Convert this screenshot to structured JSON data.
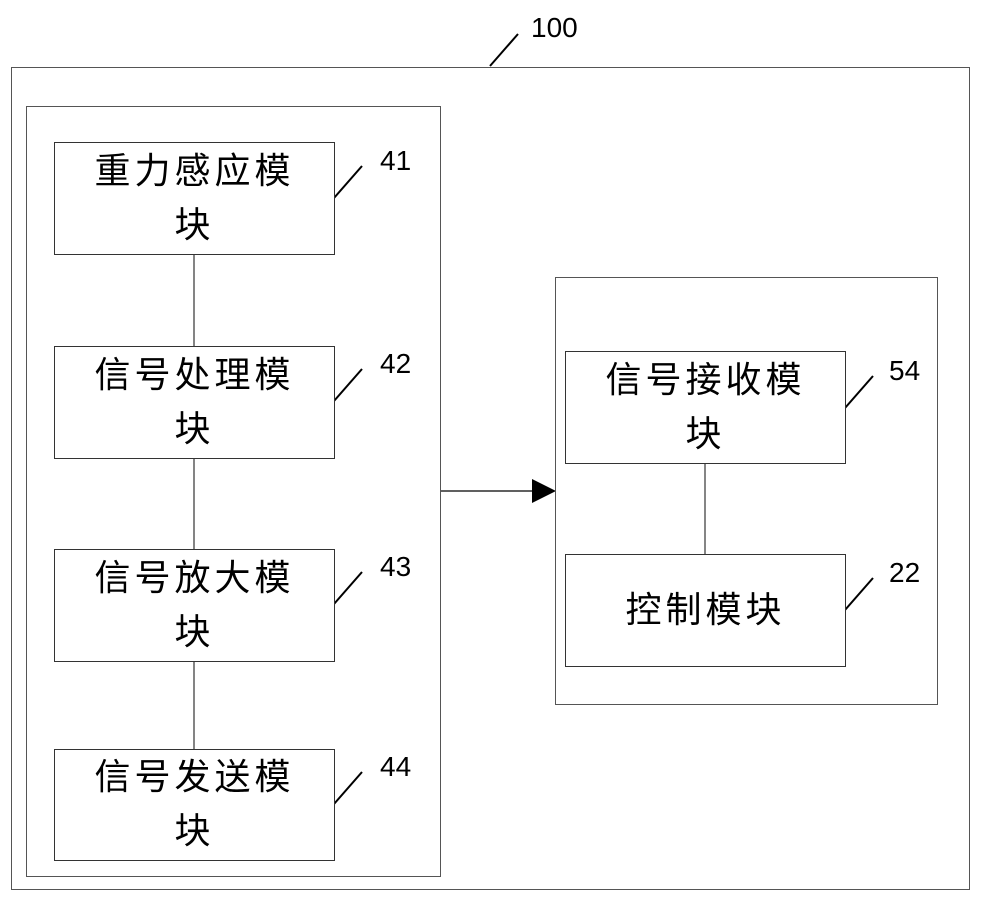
{
  "system": {
    "ref": "100"
  },
  "sender": {
    "modules": [
      {
        "label": "重力感应模块",
        "ref": "41"
      },
      {
        "label": "信号处理模块",
        "ref": "42"
      },
      {
        "label": "信号放大模块",
        "ref": "43"
      },
      {
        "label": "信号发送模块",
        "ref": "44"
      }
    ]
  },
  "receiver": {
    "modules": [
      {
        "label": "信号接收模块",
        "ref": "54"
      },
      {
        "label": "控制模块",
        "ref": "22"
      }
    ]
  }
}
